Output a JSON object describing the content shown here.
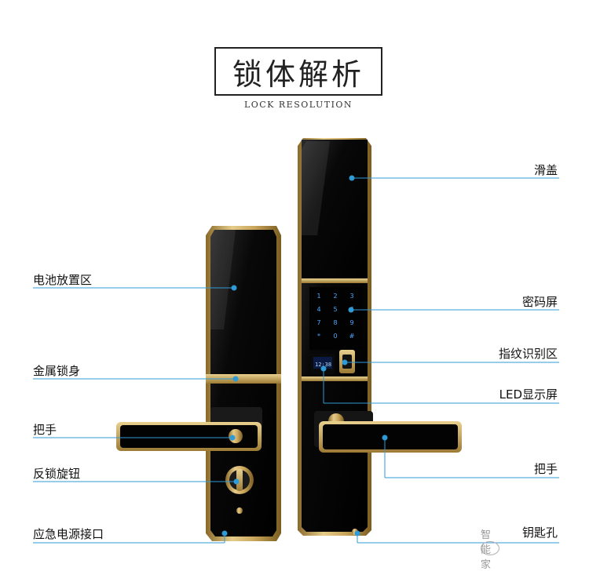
{
  "title": "锁体解析",
  "subtitle": "LOCK RESOLUTION",
  "left_labels": {
    "battery": "电池放置区",
    "metal_body": "金属锁身",
    "handle": "把手",
    "anti_lock_knob": "反锁旋钮",
    "emergency_port": "应急电源接口"
  },
  "right_labels": {
    "slide_cover": "滑盖",
    "password_screen": "密码屏",
    "fingerprint_area": "指纹识别区",
    "led_display": "LED显示屏",
    "handle": "把手",
    "keyhole": "钥匙孔"
  },
  "keypad_keys": [
    "1",
    "2",
    "3",
    "4",
    "5",
    "6",
    "7",
    "8",
    "9",
    "*",
    "0",
    "#"
  ],
  "led_text": {
    "line1": "12:38"
  },
  "watermark": "智能家",
  "colors": {
    "gold": "#c9a55a",
    "panel": "#050505",
    "leader": "#2f9bd6",
    "key_glow": "#4aa8ff"
  }
}
